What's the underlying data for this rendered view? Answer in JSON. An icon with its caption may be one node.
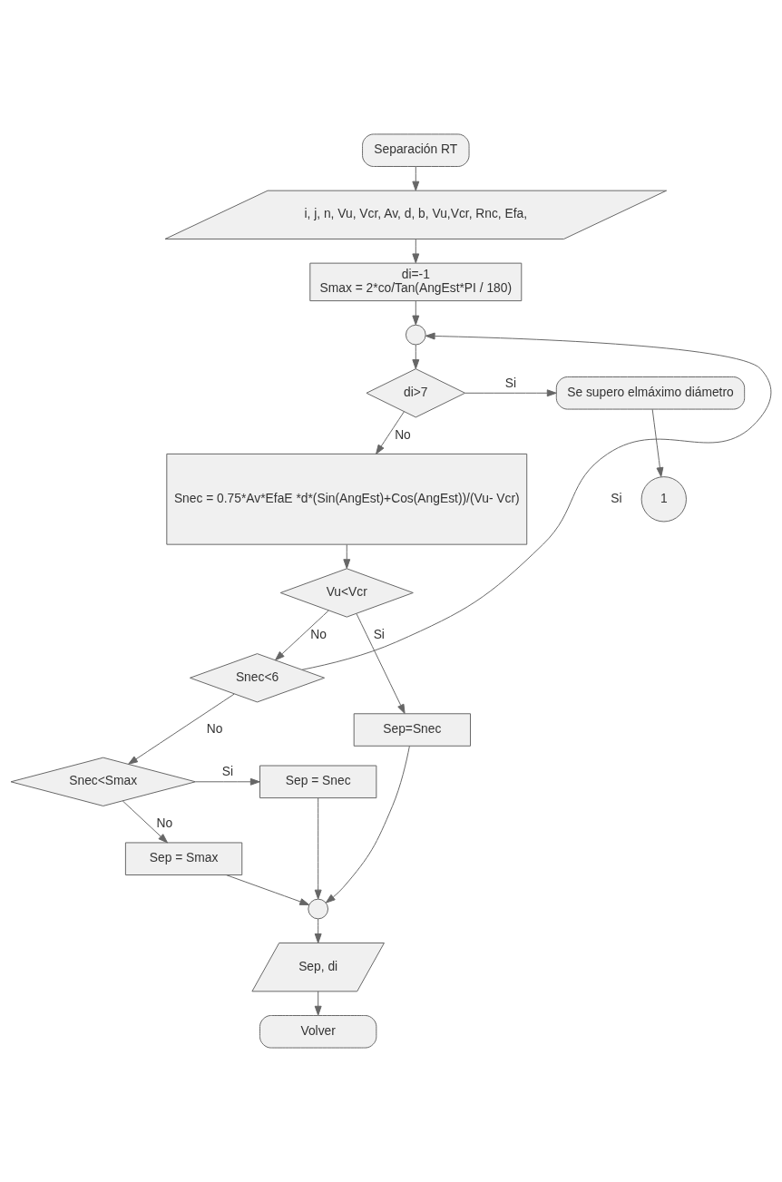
{
  "diagram": {
    "nodes": [
      {
        "text": [
          "Separación RT"
        ]
      },
      {
        "text": [
          "i, j, n, Vu, Vcr, Av, d, b, Vu,Vcr, Rnc, Efa,"
        ]
      },
      {
        "text": [
          "di=-1",
          "Smax = 2*co/Tan(AngEst*PI / 180)"
        ]
      },
      {
        "text": [],
        "shape": "circle"
      },
      {
        "text": [
          "di>7"
        ]
      },
      {
        "text": [
          "Se supero elmáximo diámetro"
        ]
      },
      {
        "text": [
          "1"
        ]
      },
      {
        "text": [
          "Snec = 0.75*Av*EfaE *d*(Sin(AngEst)+Cos(AngEst))/(Vu- Vcr)"
        ]
      },
      {
        "text": [
          "Vu<Vcr"
        ]
      },
      {
        "text": [
          "Snec<6"
        ]
      },
      {
        "text": [
          "Snec<Smax"
        ]
      },
      {
        "text": [
          "Sep = Snec"
        ]
      },
      {
        "text": [
          "Sep=Snec"
        ]
      },
      {
        "text": [
          "Sep = Smax"
        ]
      },
      {
        "text": [],
        "shape": "circle"
      },
      {
        "text": [
          "Sep, di"
        ]
      },
      {
        "text": [
          "Volver"
        ]
      }
    ],
    "edges": [
      {
        "from": 0,
        "to": 1,
        "arrow": "to"
      },
      {
        "from": 1,
        "to": 2,
        "arrow": "to"
      },
      {
        "from": 2,
        "to": 3,
        "arrow": "to"
      },
      {
        "from": 3,
        "to": 4,
        "arrow": "to"
      },
      {
        "from": 4,
        "to": 5,
        "arrow": "to",
        "label": "Si"
      },
      {
        "from": 5,
        "to": 6,
        "arrow": "to"
      },
      {
        "from": 4,
        "to": 7,
        "arrow": "to",
        "label": "No"
      },
      {
        "from": 7,
        "to": 8,
        "arrow": "to"
      },
      {
        "from": 8,
        "to": 9,
        "arrow": "to",
        "label": "No"
      },
      {
        "from": 8,
        "to": 12,
        "arrow": "to",
        "label": "Si"
      },
      {
        "from": 9,
        "to": 3,
        "arrow": "to",
        "label": "Si"
      },
      {
        "from": 9,
        "to": 10,
        "arrow": "to",
        "label": "No"
      },
      {
        "from": 10,
        "to": 11,
        "arrow": "to",
        "label": "Si"
      },
      {
        "from": 10,
        "to": 13,
        "arrow": "to",
        "label": "No"
      },
      {
        "from": 13,
        "to": 14,
        "arrow": "to"
      },
      {
        "from": 11,
        "to": 14,
        "arrow": "to"
      },
      {
        "from": 12,
        "to": 14,
        "arrow": "to"
      },
      {
        "from": 14,
        "to": 15,
        "arrow": "to"
      },
      {
        "from": 15,
        "to": 16,
        "arrow": "to"
      }
    ]
  }
}
